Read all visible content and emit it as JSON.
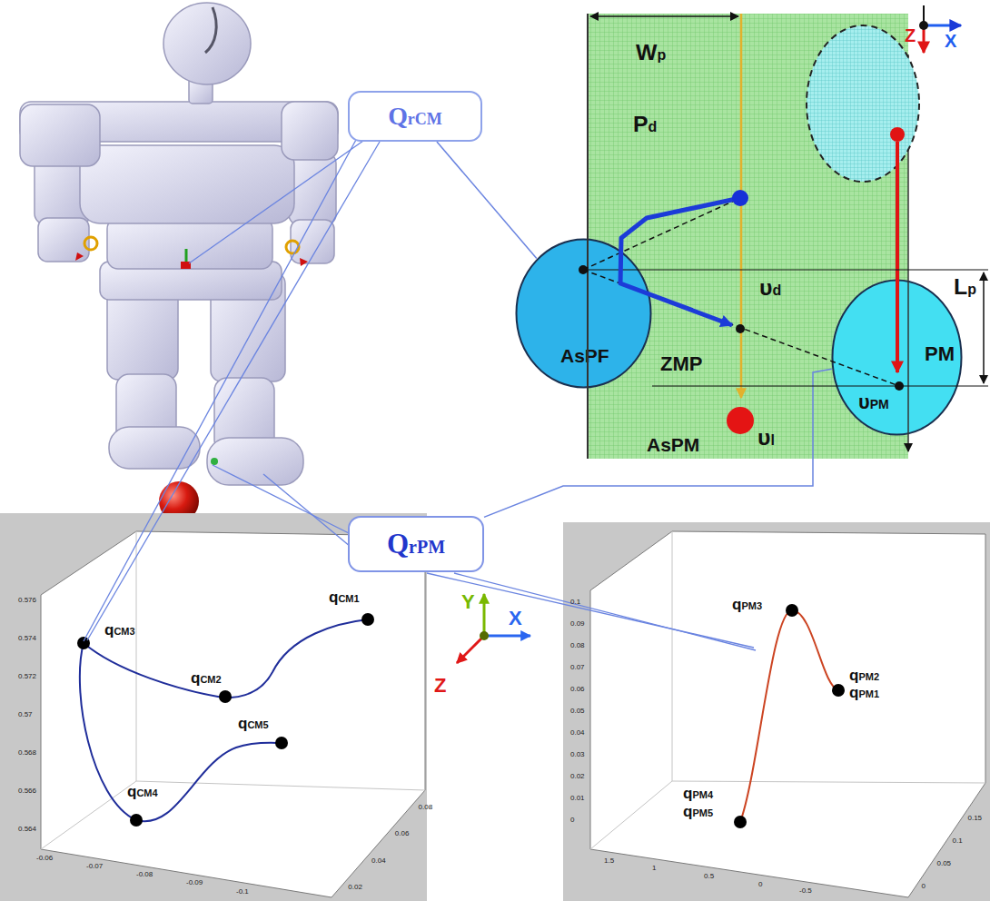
{
  "diagram": {
    "nodes": [
      {
        "text": [
          "QrCM"
        ]
      },
      {
        "text": [
          "Pd"
        ]
      },
      {
        "text": [
          "AsPF"
        ]
      },
      {
        "text": [
          "υPM",
          "PM"
        ]
      },
      {
        "text": [
          "QrPM"
        ]
      }
    ],
    "edges": [
      {
        "from": 0,
        "to": 2,
        "arrow": "none"
      },
      {
        "from": 4,
        "to": 3,
        "arrow": "none"
      }
    ],
    "labels": [
      "Wp",
      "Z",
      "X",
      "υd",
      "ZMP",
      "υl",
      "AsPM",
      "Lp",
      "Y",
      "X",
      "Z",
      "qCM1",
      "qCM2",
      "qCM3",
      "qCM4",
      "qCM5",
      "qPM3",
      "qPM2",
      "qPM1",
      "qPM4",
      "qPM5",
      "0.576",
      "0.574",
      "0.572",
      "0.57",
      "0.568",
      "0.566",
      "0.564",
      "-0.06",
      "-0.07",
      "-0.08",
      "-0.09",
      "-0.1",
      "0.08",
      "0.06",
      "0.04",
      "0.02",
      "0.1",
      "0.09",
      "0.08",
      "0.07",
      "0.06",
      "0.05",
      "0.04",
      "0.03",
      "0.02",
      "0.01",
      "0",
      "1.5",
      "1",
      "0.5",
      "0",
      "-0.5",
      "0.15",
      "0.1",
      "0.05",
      "0"
    ]
  }
}
